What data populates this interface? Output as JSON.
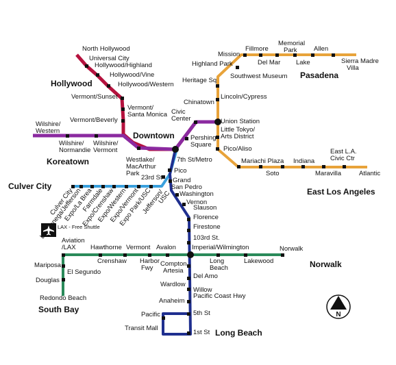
{
  "colors": {
    "red": "#b5123e",
    "purple": "#8b2aa0",
    "gold": "#e8a33a",
    "blue": "#1f2f8f",
    "expo": "#3aa0dd",
    "green": "#2a8a5a"
  },
  "regions": {
    "hollywood": "Hollywood",
    "downtown": "Downtown",
    "koreatown": "Koreatown",
    "pasadena": "Pasadena",
    "east_la": "East Los Angeles",
    "culver_city": "Culver City",
    "norwalk": "Norwalk",
    "south_bay": "South Bay",
    "long_beach": "Long Beach"
  },
  "stations": {
    "north_hollywood": "North Hollywood",
    "universal_city": "Universal City",
    "hollywood_highland": "Hollywood/Highland",
    "hollywood_vine": "Hollywood/Vine",
    "hollywood_western": "Hollywood/Western",
    "vermont_sunset": "Vermont/Sunset",
    "vermont_sm_1": "Vermont/",
    "vermont_sm_2": "Santa Monica",
    "vermont_beverly": "Vermont/Beverly",
    "wilshire_western_1": "Wilshire/",
    "wilshire_western_2": "Western",
    "wilshire_normandie_1": "Wilshire/",
    "wilshire_normandie_2": "Normandie",
    "wilshire_vermont_1": "Wilshire/",
    "wilshire_vermont_2": "Vermont",
    "westlake_1": "Westlake/",
    "westlake_2": "MacArthur",
    "westlake_3": "Park",
    "civic_center_1": "Civic",
    "civic_center_2": "Center",
    "pershing_1": "Pershing",
    "pershing_2": "Square",
    "seventh_metro": "7th St/Metro",
    "chinatown": "Chinatown",
    "union_station": "Union Station",
    "little_tokyo_1": "Little Tokyo/",
    "little_tokyo_2": "Arts District",
    "pico_aliso": "Pico/Aliso",
    "mariachi_plaza": "Mariachi Plaza",
    "soto": "Soto",
    "indiana": "Indiana",
    "maravilla": "Maravilla",
    "east_la_cc_1": "East L.A.",
    "east_la_cc_2": "Civic Ctr",
    "atlantic": "Atlantic",
    "lincoln_cypress": "Lincoln/Cypress",
    "heritage_sq": "Heritage Sq",
    "southwest_museum": "Southwest Museum",
    "highland_park": "Highland Park",
    "mission": "Mission",
    "fillmore": "Fillmore",
    "del_mar": "Del Mar",
    "memorial_park_1": "Memorial",
    "memorial_park_2": "Park",
    "lake": "Lake",
    "allen": "Allen",
    "sierra_madre_1": "Sierra Madre",
    "sierra_madre_2": "Villa",
    "pico": "Pico",
    "grand": "Grand",
    "san_pedro": "San Pedro",
    "washington": "Washington",
    "vernon": "Vernon",
    "slauson": "Slauson",
    "florence": "Florence",
    "firestone": "Firestone",
    "st103": "103rd St.",
    "imperial": "Imperial/Wilmington",
    "compton_1": "Compton",
    "compton_2": "Artesia",
    "del_amo": "Del Amo",
    "wardlow": "Wardlow",
    "willow_1": "Willow",
    "willow_2": "Pacific Coast Hwy",
    "anaheim": "Anaheim",
    "fifth_st": "5th St",
    "first_st": "1st St",
    "pacific": "Pacific",
    "transit_mall": "Transit Mall",
    "st23": "23rd St",
    "culver_city_st": "Culver City",
    "la_cienega": "La Cienega/Jefferson",
    "expo_la_brea": "Expo/La Brea",
    "farmdale": "Farmdale",
    "expo_crenshaw": "Expo/Crenshaw",
    "expo_western": "Expo/Western",
    "expo_vermont": "Expo/Vermont",
    "expo_park": "Expo Park/USC",
    "jefferson_usc_1": "Jefferson/",
    "jefferson_usc_2": "USC",
    "lax_shuttle": "LAX - Free Shuttle",
    "aviation_1": "Aviation",
    "aviation_2": "/LAX",
    "hawthorne": "Hawthorne",
    "vermont_green": "Vermont",
    "avalon": "Avalon",
    "crenshaw": "Crenshaw",
    "harbor_1": "Harbor",
    "harbor_2": "Fwy",
    "long_beach_blvd_1": "Long",
    "long_beach_blvd_2": "Beach",
    "lakewood": "Lakewood",
    "norwalk_st": "Norwalk",
    "mariposa": "Mariposa",
    "el_segundo": "El Segundo",
    "douglas": "Douglas",
    "redondo": "Redondo Beach"
  },
  "compass": {
    "label": "N"
  }
}
